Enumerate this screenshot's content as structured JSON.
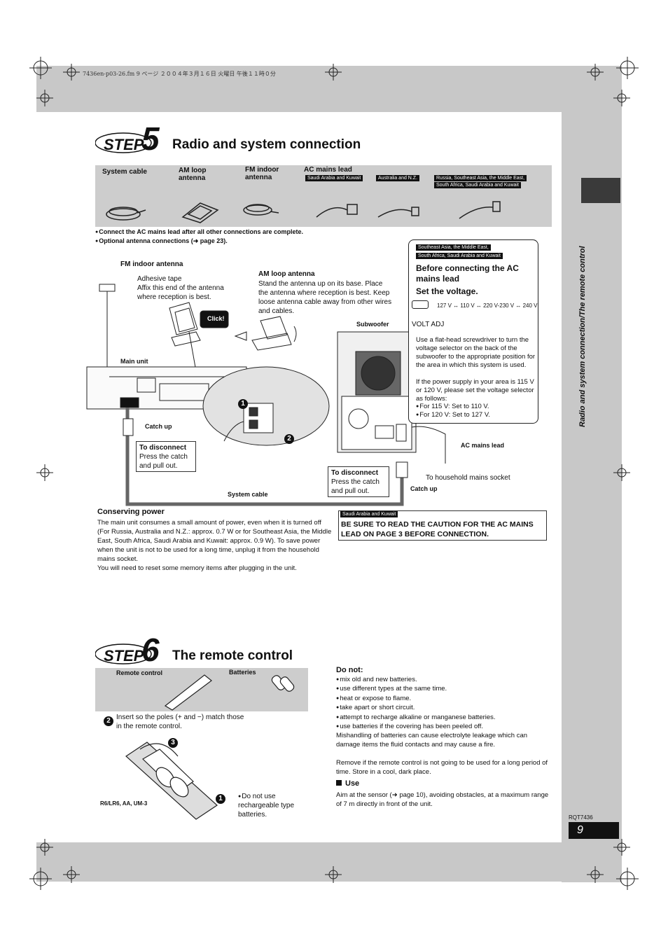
{
  "header_line": "7436en-p03-26.fm  9 ページ  ２００４年３月１６日  火曜日  午後１１時０分",
  "step5": {
    "step_word": "STEP",
    "step_num": "5",
    "title": "Radio and system connection",
    "items": {
      "system_cable": "System cable",
      "am_loop": "AM loop antenna",
      "fm_indoor": "FM indoor antenna",
      "ac_lead": "AC mains lead",
      "tag_saudi": "Saudi Arabia and Kuwait",
      "tag_aus": "Australia and N.Z.",
      "tag_russia_1": "Russia, Southeast Asia, the Middle East,",
      "tag_russia_2": "South Africa, Saudi Arabia and Kuwait"
    },
    "notes": [
      "Connect the AC mains lead after all other connections are complete.",
      "Optional antenna connections (➜ page 23)."
    ],
    "fm_label": "FM indoor antenna",
    "adhesive": "Adhesive tape",
    "affix": "Affix this end of the antenna where reception is best.",
    "am_label": "AM loop antenna",
    "am_text": "Stand the antenna up on its base. Place the antenna where reception is best. Keep loose antenna cable away from other wires and cables.",
    "click": "Click!",
    "main_unit": "Main unit",
    "subwoofer": "Subwoofer",
    "catch_up_1": "Catch up",
    "catch_up_2": "Catch up",
    "disc1_title": "To disconnect",
    "disc1_text": "Press the catch and pull out.",
    "disc2_title": "To disconnect",
    "disc2_text": "Press the catch and pull out.",
    "system_cable_label": "System cable",
    "ac_mains_label": "AC mains lead",
    "to_socket": "To household mains socket",
    "voltage_box": {
      "tag1": "Southeast Asia, the Middle East,",
      "tag2": "South Africa, Saudi Arabia and Kuwait",
      "head1": "Before connecting the AC mains lead",
      "head2": "Set the voltage.",
      "scale": "127 V ↔ 110 V ↔ 220 V-230 V ↔ 240 V",
      "volt_adj": "VOLT ADJ",
      "body": "Use a flat-head screwdriver to turn the voltage selector on the back of the subwoofer to the appropriate position for the area in which this system is used.",
      "body2": "If the power supply in your area is 115 V or 120 V, please set the voltage selector as follows:",
      "b1": "For 115 V: Set to 110 V.",
      "b2": "For 120 V: Set to 127 V."
    },
    "conserving_title": "Conserving power",
    "conserving_text": "The main unit consumes a small amount of power, even when it is turned off (For Russia, Australia and N.Z.: approx. 0.7 W or for Southeast Asia, the Middle East, South Africa, Saudi Arabia and Kuwait: approx. 0.9 W). To save power when the unit is not to be used for a long time, unplug it from the household mains socket.",
    "conserving_text2": "You will need to reset some memory items after plugging in the unit.",
    "caution_tag": "Saudi Arabia and Kuwait",
    "caution_text": "BE SURE TO READ THE CAUTION FOR THE AC MAINS LEAD ON PAGE 3 BEFORE CONNECTION."
  },
  "step6": {
    "step_word": "STEP",
    "step_num": "6",
    "title": "The remote control",
    "remote_label": "Remote control",
    "batteries_label": "Batteries",
    "insert_text": "Insert so the poles (+ and −) match those in the remote control.",
    "battery_type": "R6/LR6, AA, UM-3",
    "rechargeable": "Do not use rechargeable type batteries.",
    "do_not_title": "Do not:",
    "do_not": [
      "mix old and new batteries.",
      "use different types at the same time.",
      "heat or expose to flame.",
      "take apart or short circuit.",
      "attempt to recharge alkaline or manganese batteries.",
      "use batteries if the covering has been peeled off."
    ],
    "mishandling": "Mishandling of batteries can cause electrolyte leakage which can damage items the fluid contacts and may cause a fire.",
    "remove": "Remove if the remote control is not going to be used for a long period of time. Store in a cool, dark place.",
    "use_title": "Use",
    "use_text": "Aim at the sensor (➜ page 10), avoiding obstacles, at a maximum range of 7 m directly in front of the unit."
  },
  "sidebar_text": "Radio and system connection/The remote control",
  "doc_code": "RQT7436",
  "page_number": "9"
}
